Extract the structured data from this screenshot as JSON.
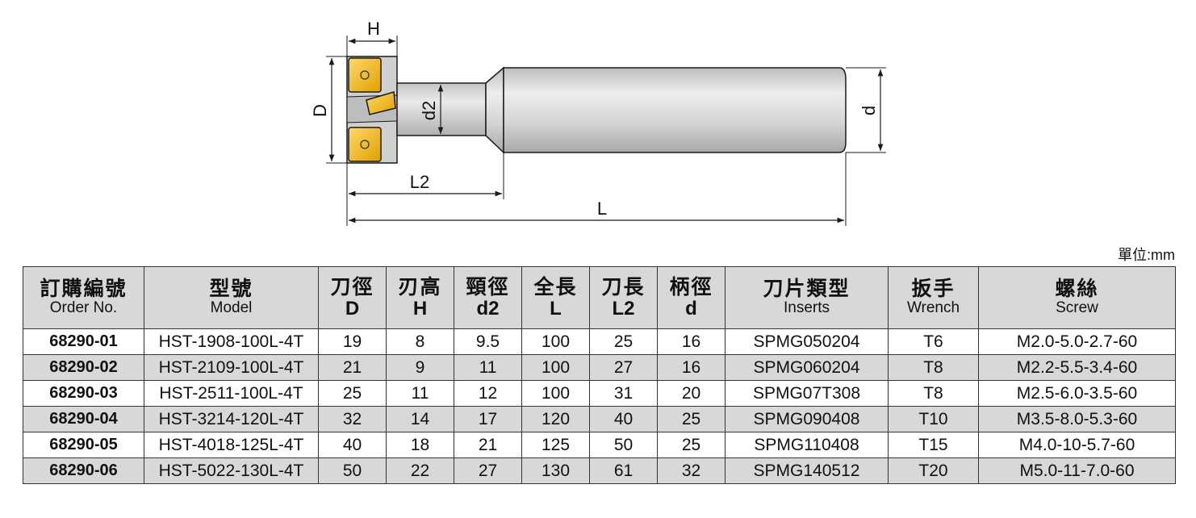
{
  "drawing": {
    "labels": {
      "H": "H",
      "D": "D",
      "d2": "d2",
      "d": "d",
      "L2": "L2",
      "L": "L"
    },
    "colors": {
      "insert": "#f1bb1a",
      "body": "#d2d2d2",
      "line": "#1a1a1a"
    }
  },
  "unit_label": "單位:mm",
  "table": {
    "headers": [
      {
        "cn": "訂購編號",
        "en": "Order No."
      },
      {
        "cn": "型號",
        "en": "Model"
      },
      {
        "cn": "刀徑",
        "sym": "D"
      },
      {
        "cn": "刃高",
        "sym": "H"
      },
      {
        "cn": "頸徑",
        "sym": "d2"
      },
      {
        "cn": "全長",
        "sym": "L"
      },
      {
        "cn": "刀長",
        "sym": "L2"
      },
      {
        "cn": "柄徑",
        "sym": "d"
      },
      {
        "cn": "刀片類型",
        "en": "Inserts"
      },
      {
        "cn": "扳手",
        "en": "Wrench"
      },
      {
        "cn": "螺絲",
        "en": "Screw"
      }
    ],
    "rows": [
      [
        "68290-01",
        "HST-1908-100L-4T",
        "19",
        "8",
        "9.5",
        "100",
        "25",
        "16",
        "SPMG050204",
        "T6",
        "M2.0-5.0-2.7-60"
      ],
      [
        "68290-02",
        "HST-2109-100L-4T",
        "21",
        "9",
        "11",
        "100",
        "27",
        "16",
        "SPMG060204",
        "T8",
        "M2.2-5.5-3.4-60"
      ],
      [
        "68290-03",
        "HST-2511-100L-4T",
        "25",
        "11",
        "12",
        "100",
        "31",
        "20",
        "SPMG07T308",
        "T8",
        "M2.5-6.0-3.5-60"
      ],
      [
        "68290-04",
        "HST-3214-120L-4T",
        "32",
        "14",
        "17",
        "120",
        "40",
        "25",
        "SPMG090408",
        "T10",
        "M3.5-8.0-5.3-60"
      ],
      [
        "68290-05",
        "HST-4018-125L-4T",
        "40",
        "18",
        "21",
        "125",
        "50",
        "25",
        "SPMG110408",
        "T15",
        "M4.0-10-5.7-60"
      ],
      [
        "68290-06",
        "HST-5022-130L-4T",
        "50",
        "22",
        "27",
        "130",
        "61",
        "32",
        "SPMG140512",
        "T20",
        "M5.0-11-7.0-60"
      ]
    ]
  }
}
